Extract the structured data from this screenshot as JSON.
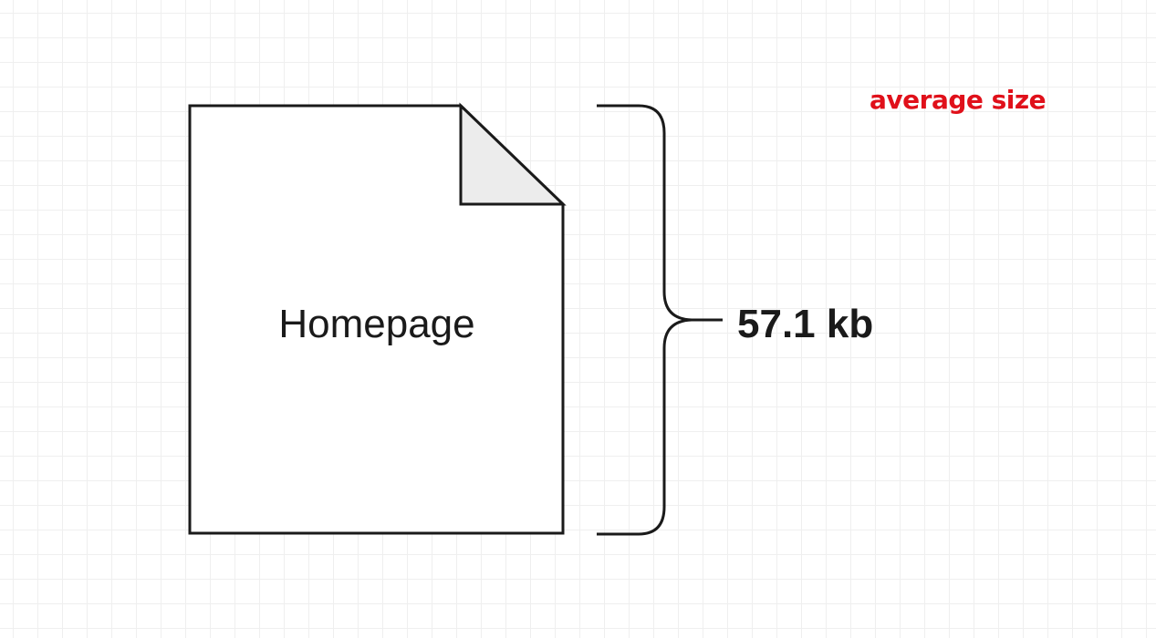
{
  "document": {
    "label": "Homepage",
    "icon": "file-document-icon"
  },
  "measurement": {
    "value": "57.1 kb",
    "bracket_icon": "curly-brace-icon"
  },
  "annotation": {
    "text": "average size",
    "color": "#e0101a"
  }
}
